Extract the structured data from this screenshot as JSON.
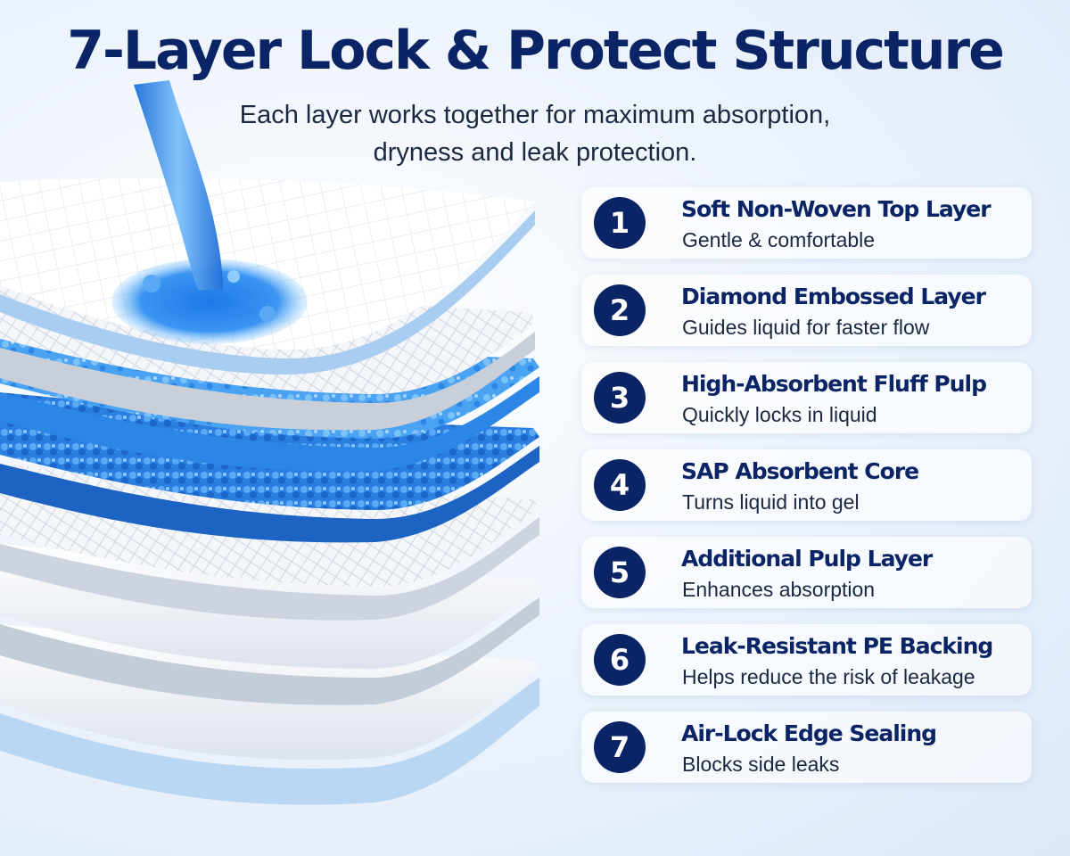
{
  "header": {
    "title": "7-Layer Lock & Protect Structure",
    "subtitle_line1": "Each layer works together for maximum absorption,",
    "subtitle_line2": "dryness and leak protection."
  },
  "colors": {
    "navy": "#0b2466",
    "liquid_blue": "#2f8df0",
    "layer_white": "#f7f9fc"
  },
  "features": [
    {
      "number": "1",
      "title": "Soft Non-Woven Top Layer",
      "desc": "Gentle & comfortable"
    },
    {
      "number": "2",
      "title": "Diamond Embossed Layer",
      "desc": "Guides liquid for faster flow"
    },
    {
      "number": "3",
      "title": "High-Absorbent Fluff Pulp",
      "desc": "Quickly locks in liquid"
    },
    {
      "number": "4",
      "title": "SAP Absorbent Core",
      "desc": "Turns liquid into gel"
    },
    {
      "number": "5",
      "title": "Additional Pulp Layer",
      "desc": "Enhances absorption"
    },
    {
      "number": "6",
      "title": "Leak-Resistant PE Backing",
      "desc": "Helps reduce the risk of leakage"
    },
    {
      "number": "7",
      "title": "Air-Lock Edge Sealing",
      "desc": "Blocks side leaks"
    }
  ]
}
